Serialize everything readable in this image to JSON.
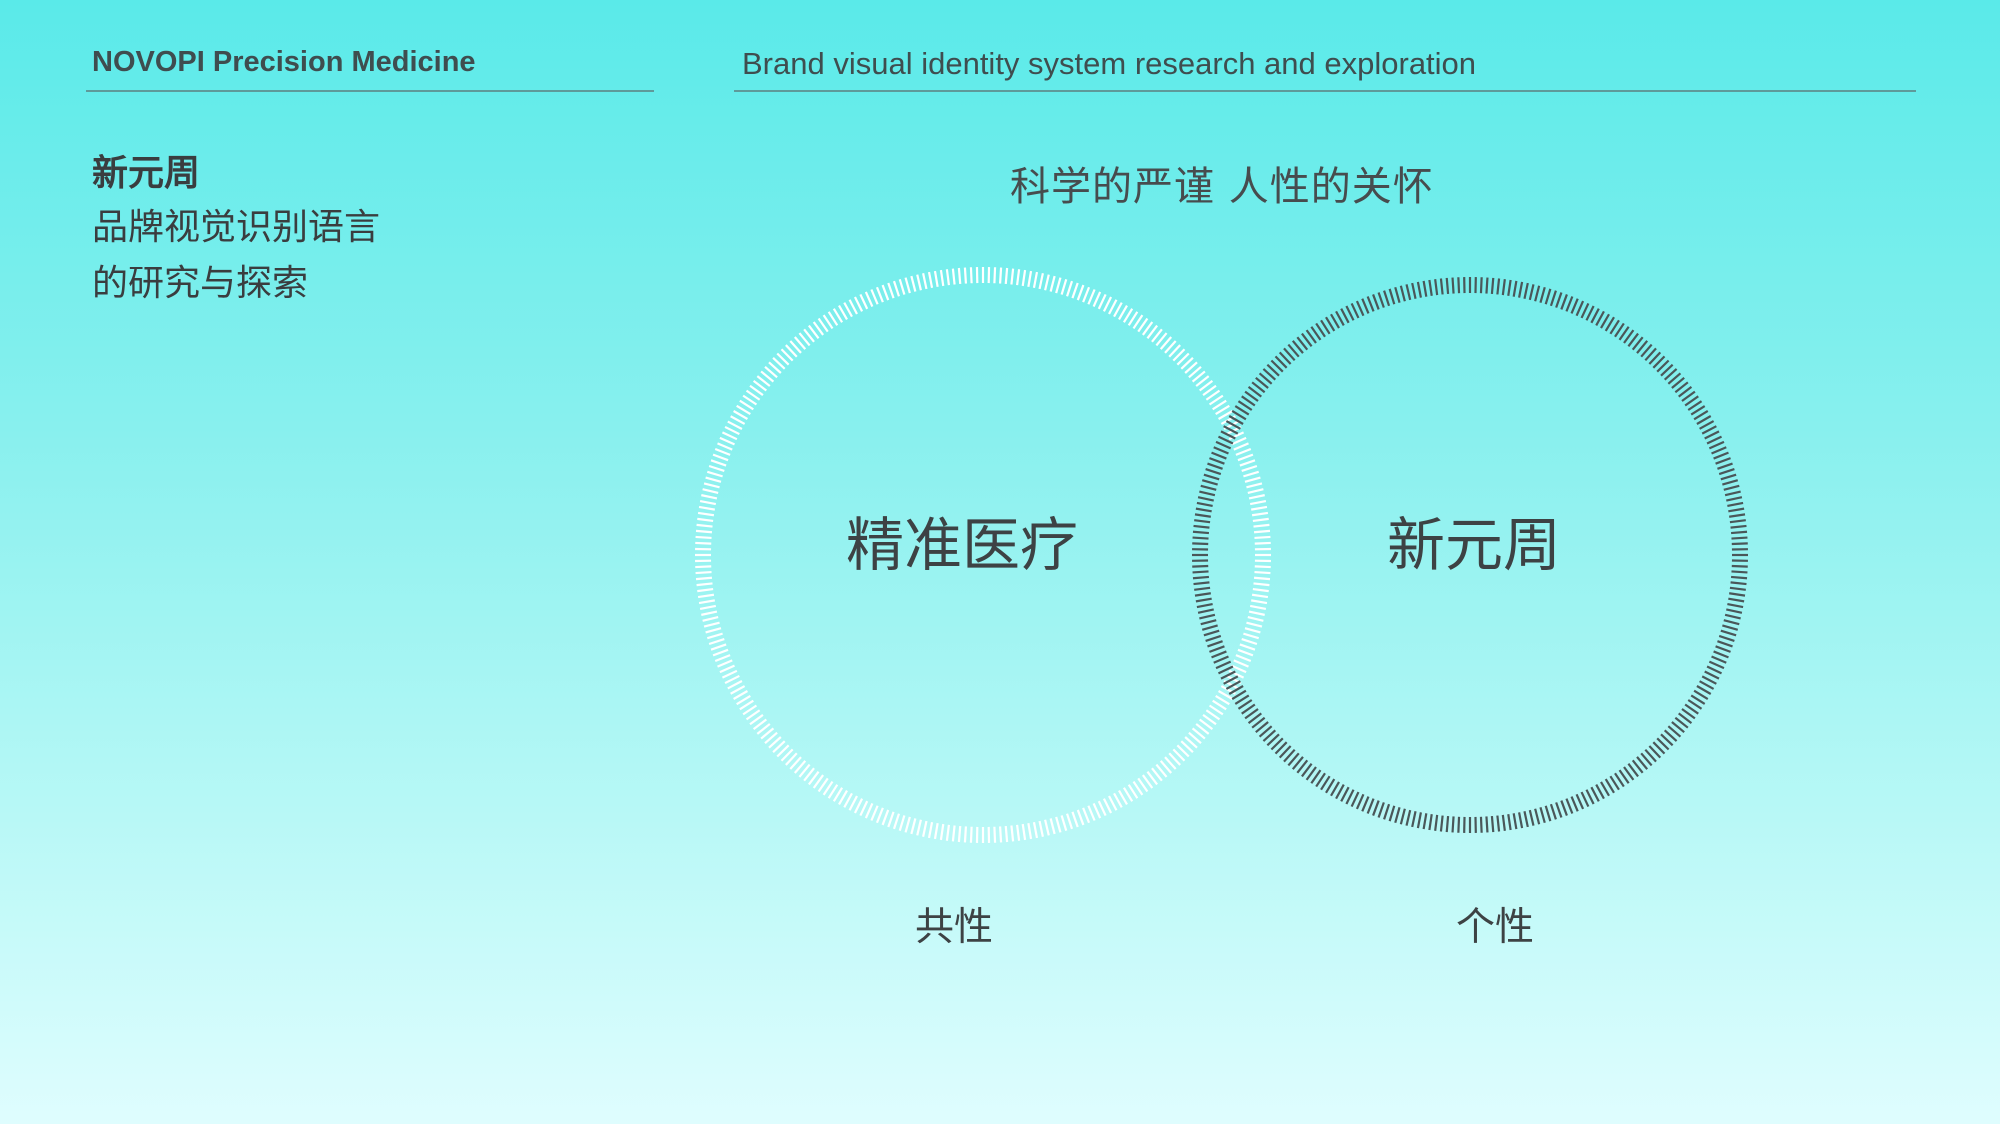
{
  "header": {
    "left_title": "NOVOPI Precision Medicine",
    "right_title": "Brand visual identity system research and exploration"
  },
  "brand": {
    "name": "新元周",
    "lines": [
      "品牌视觉识别语言",
      "的研究与探索"
    ]
  },
  "slogan": "科学的严谨  人性的关怀",
  "venn": {
    "left_circle": {
      "label": "精准医疗",
      "caption": "共性",
      "tick_color": "#ffffff"
    },
    "right_circle": {
      "label": "新元周",
      "caption": "个性",
      "tick_color": "#4a5759"
    }
  },
  "colors": {
    "bg_top": "#5aeae9",
    "bg_bottom": "#dffdfe",
    "rule": "#5e9a9a",
    "text": "#3a3d3f"
  }
}
